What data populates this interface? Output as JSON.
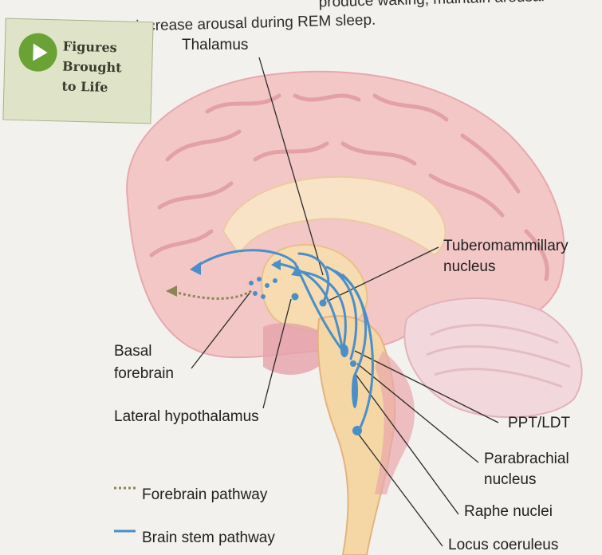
{
  "caption": {
    "line1": "produce waking, maintain arousal",
    "line2": "increase arousal during REM sleep."
  },
  "figures_box": {
    "line1": "Figures",
    "line2": "Brought",
    "line3": "to Life",
    "icon": "play-icon",
    "accent": "#6aa235"
  },
  "labels": {
    "thalamus": "Thalamus",
    "tuberomammillary_1": "Tuberomammillary",
    "tuberomammillary_2": "nucleus",
    "basal_1": "Basal",
    "basal_2": "forebrain",
    "lateral": "Lateral hypothalamus",
    "ppt": "PPT/LDT",
    "parabrachial_1": "Parabrachial",
    "parabrachial_2": "nucleus",
    "raphe": "Raphe nuclei",
    "locus": "Locus coeruleus"
  },
  "legend": {
    "forebrain": "Forebrain pathway",
    "brainstem": "Brain stem pathway"
  },
  "colors": {
    "brainstem_pathway": "#4a8fc8",
    "forebrain_pathway": "#8c8556",
    "cortex": "#f4c5c5",
    "brainstem": "#f5d9a8"
  }
}
